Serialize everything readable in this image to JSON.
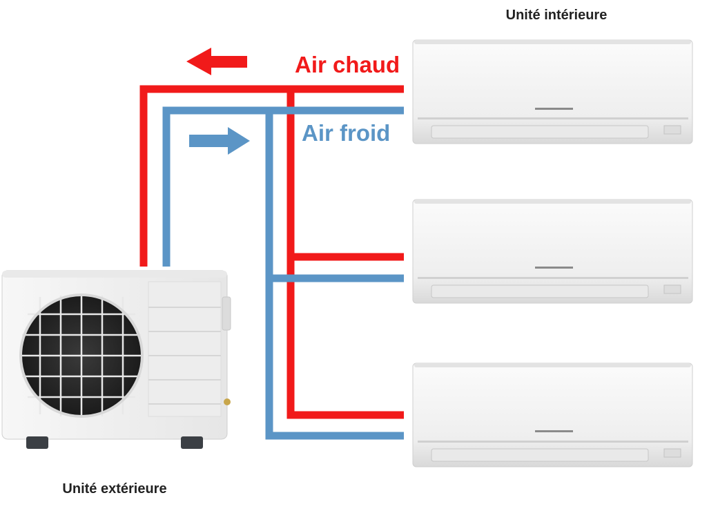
{
  "labels": {
    "indoor_title": "Unité intérieure",
    "outdoor_title": "Unité extérieure",
    "hot_air": "Air chaud",
    "cold_air": "Air froid"
  },
  "icons": {
    "hot_arrow": "arrow-left-icon",
    "cold_arrow": "arrow-right-icon"
  },
  "colors": {
    "hot": "#f11a1a",
    "cold": "#5b95c6"
  },
  "indoor_units": [
    {
      "name": "indoor-unit-1"
    },
    {
      "name": "indoor-unit-2"
    },
    {
      "name": "indoor-unit-3"
    }
  ]
}
